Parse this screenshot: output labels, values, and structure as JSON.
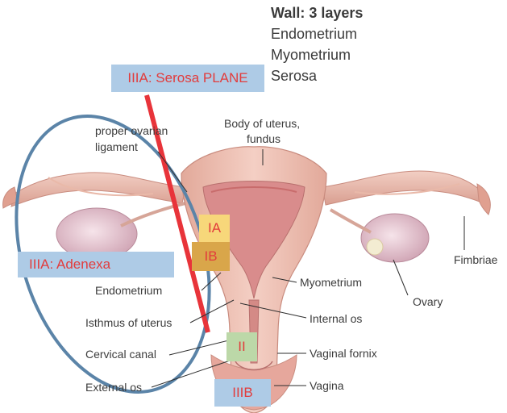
{
  "wall": {
    "title": "Wall: 3 layers",
    "layers": [
      "Endometrium",
      "Myometrium",
      "Serosa"
    ]
  },
  "stages": {
    "serosa_plane": "IIIA: Serosa PLANE",
    "adnexa": "IIIA: Adenexa",
    "ia": "IA",
    "ib": "IB",
    "ii": "II",
    "iiib": "IIIB"
  },
  "labels": {
    "proper_ovarian_ligament": [
      "proper ovarian",
      "ligament"
    ],
    "body_of_uterus": [
      "Body of uterus,",
      "fundus"
    ],
    "endometrium": "Endometrium",
    "isthmus": "Isthmus of uterus",
    "cervical_canal": "Cervical canal",
    "external_os": "External os",
    "myometrium": "Myometrium",
    "internal_os": "Internal os",
    "vaginal_fornix": "Vaginal fornix",
    "vagina": "Vagina",
    "ovary": "Ovary",
    "fimbriae": "Fimbriae"
  },
  "colors": {
    "serosa_line": "#e8343a",
    "adnexa_ellipse": "#5b84a8",
    "blue_box": "#aecbe6",
    "stage_text": "#e23c3c",
    "ia_box": "#f7d77a",
    "ib_box": "#d9a64a",
    "ii_box": "#bcd8a8",
    "uterus_tissue": "#efc2b6",
    "uterus_cavity": "#d98c8c",
    "ovary": "#e8cdd5"
  }
}
